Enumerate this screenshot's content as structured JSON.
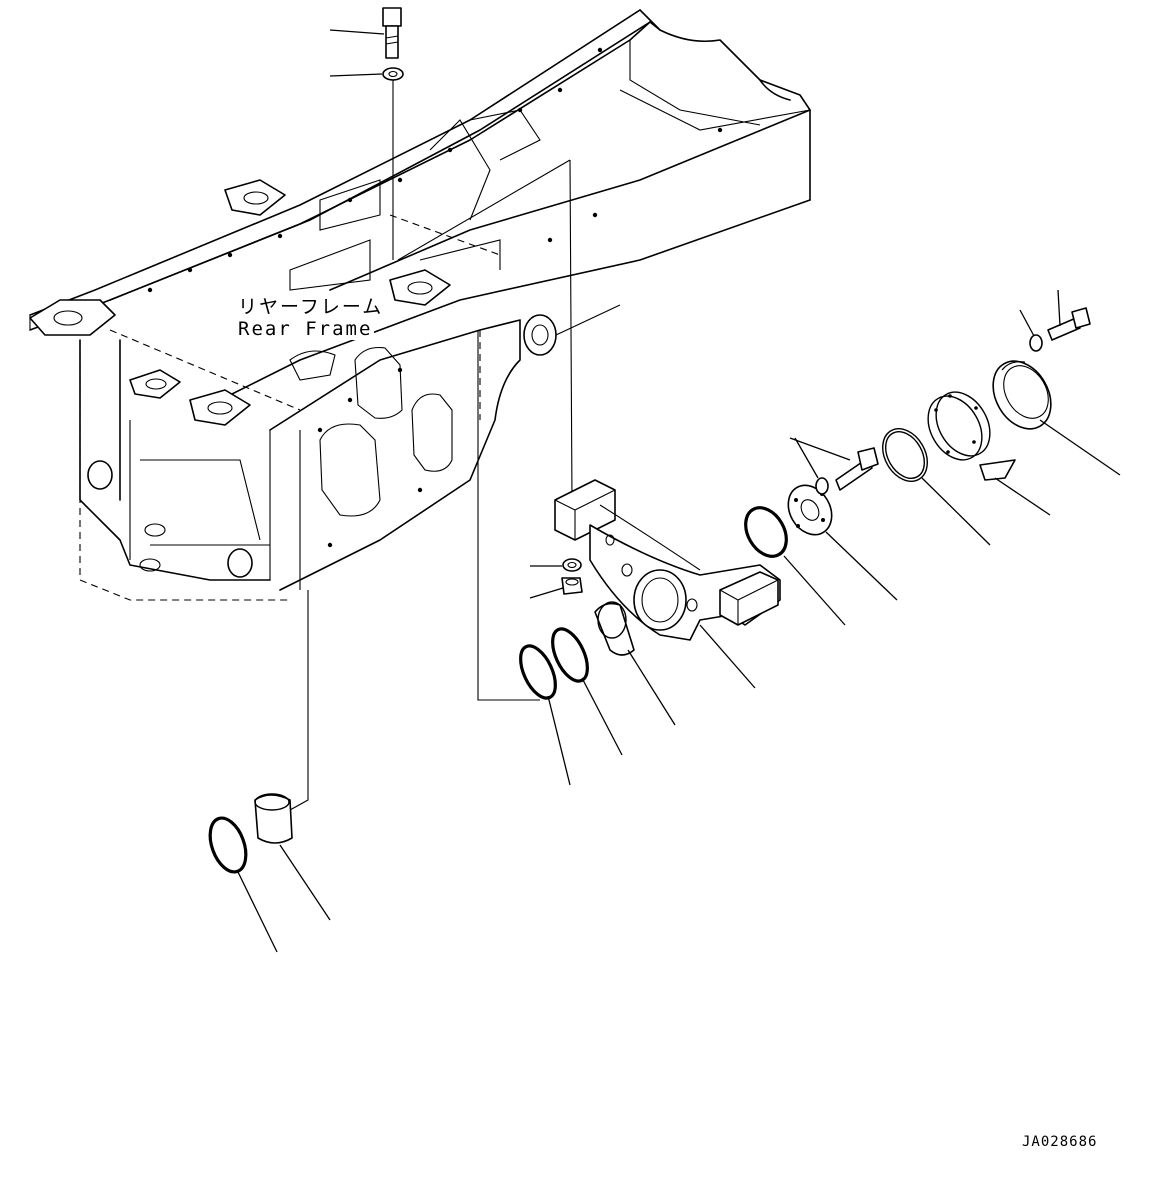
{
  "frame_label": {
    "japanese": "リヤーフレーム",
    "english": "Rear Frame"
  },
  "drawing_id": "JA028686"
}
